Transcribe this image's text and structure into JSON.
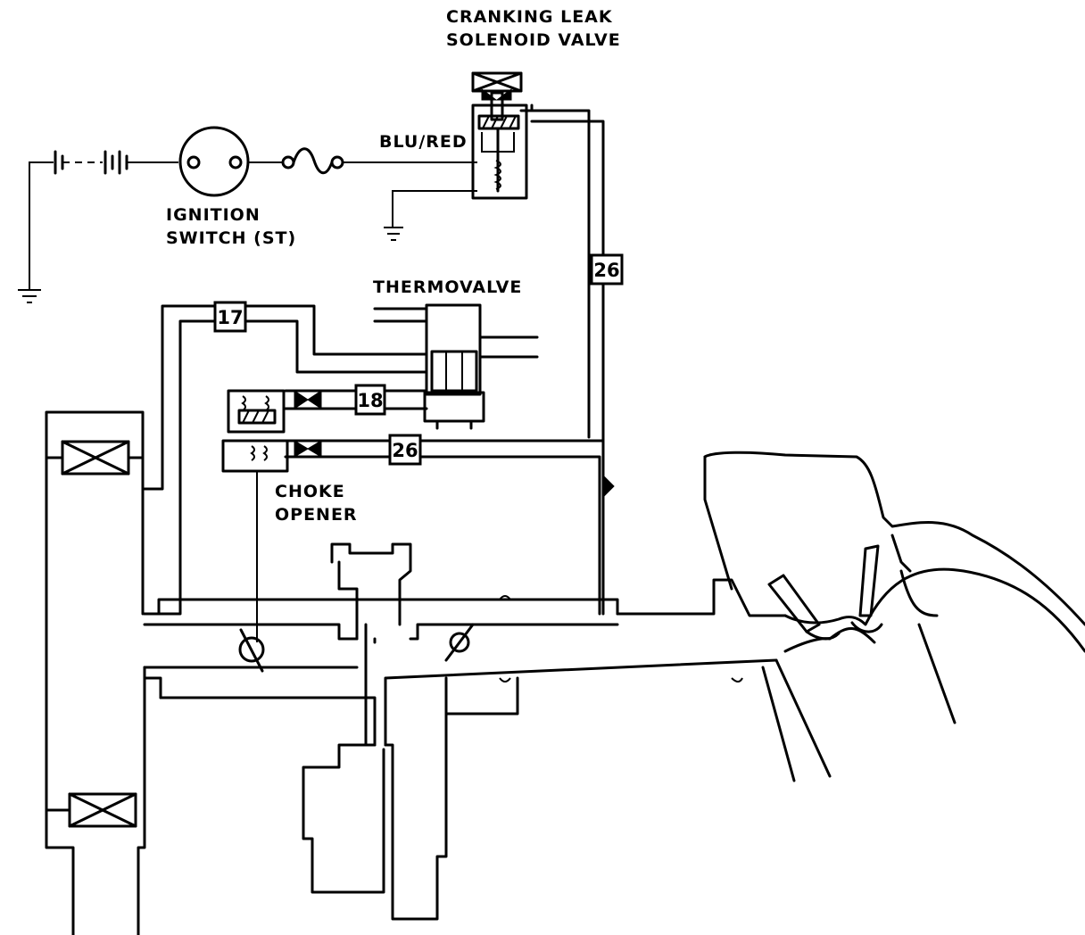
{
  "labels": {
    "cranking_leak_line1": "CRANKING LEAK",
    "cranking_leak_line2": "SOLENOID VALVE",
    "wire_color": "BLU/RED",
    "ignition_line1": "IGNITION",
    "ignition_line2": "SWITCH (ST)",
    "thermovalve": "THERMOVALVE",
    "choke_line1": "CHOKE",
    "choke_line2": "OPENER"
  },
  "hose_numbers": {
    "hose_17": "17",
    "hose_18": "18",
    "hose_26_upper": "26",
    "hose_26_lower": "26"
  }
}
